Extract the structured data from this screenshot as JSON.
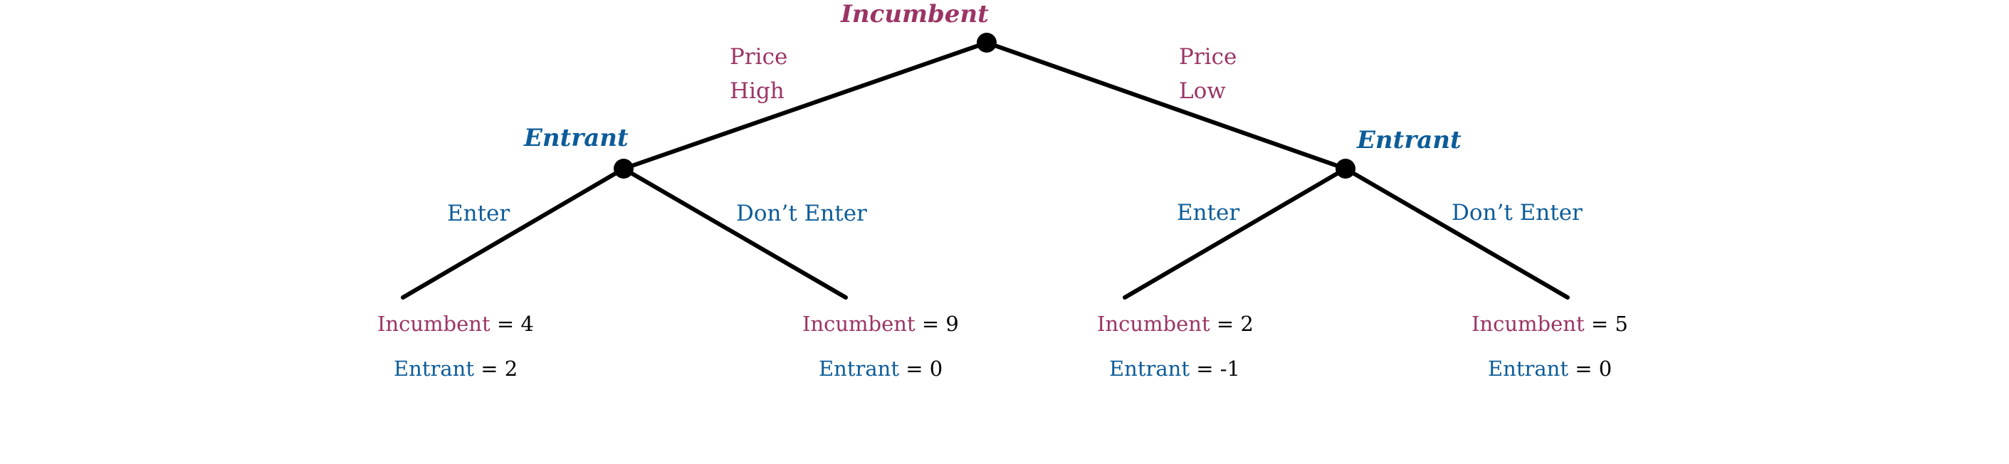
{
  "colors": {
    "incumbent": "#9b3465",
    "entrant": "#0c5c99",
    "line": "#000000"
  },
  "root": {
    "player": "Incumbent"
  },
  "moves": {
    "price_high": [
      "Price",
      "High"
    ],
    "price_low": [
      "Price",
      "Low"
    ]
  },
  "left_node": {
    "player": "Entrant",
    "enter": "Enter",
    "dont_enter": "Don’t Enter"
  },
  "right_node": {
    "player": "Entrant",
    "enter": "Enter",
    "dont_enter": "Don’t Enter"
  },
  "payoffs": [
    {
      "incumbent_label": "Incumbent",
      "incumbent_value": "= 4",
      "entrant_label": "Entrant",
      "entrant_value": "= 2"
    },
    {
      "incumbent_label": "Incumbent",
      "incumbent_value": "= 9",
      "entrant_label": "Entrant",
      "entrant_value": "= 0"
    },
    {
      "incumbent_label": "Incumbent",
      "incumbent_value": "= 2",
      "entrant_label": "Entrant",
      "entrant_value": "= -1"
    },
    {
      "incumbent_label": "Incumbent",
      "incumbent_value": "= 5",
      "entrant_label": "Entrant",
      "entrant_value": "= 0"
    }
  ]
}
